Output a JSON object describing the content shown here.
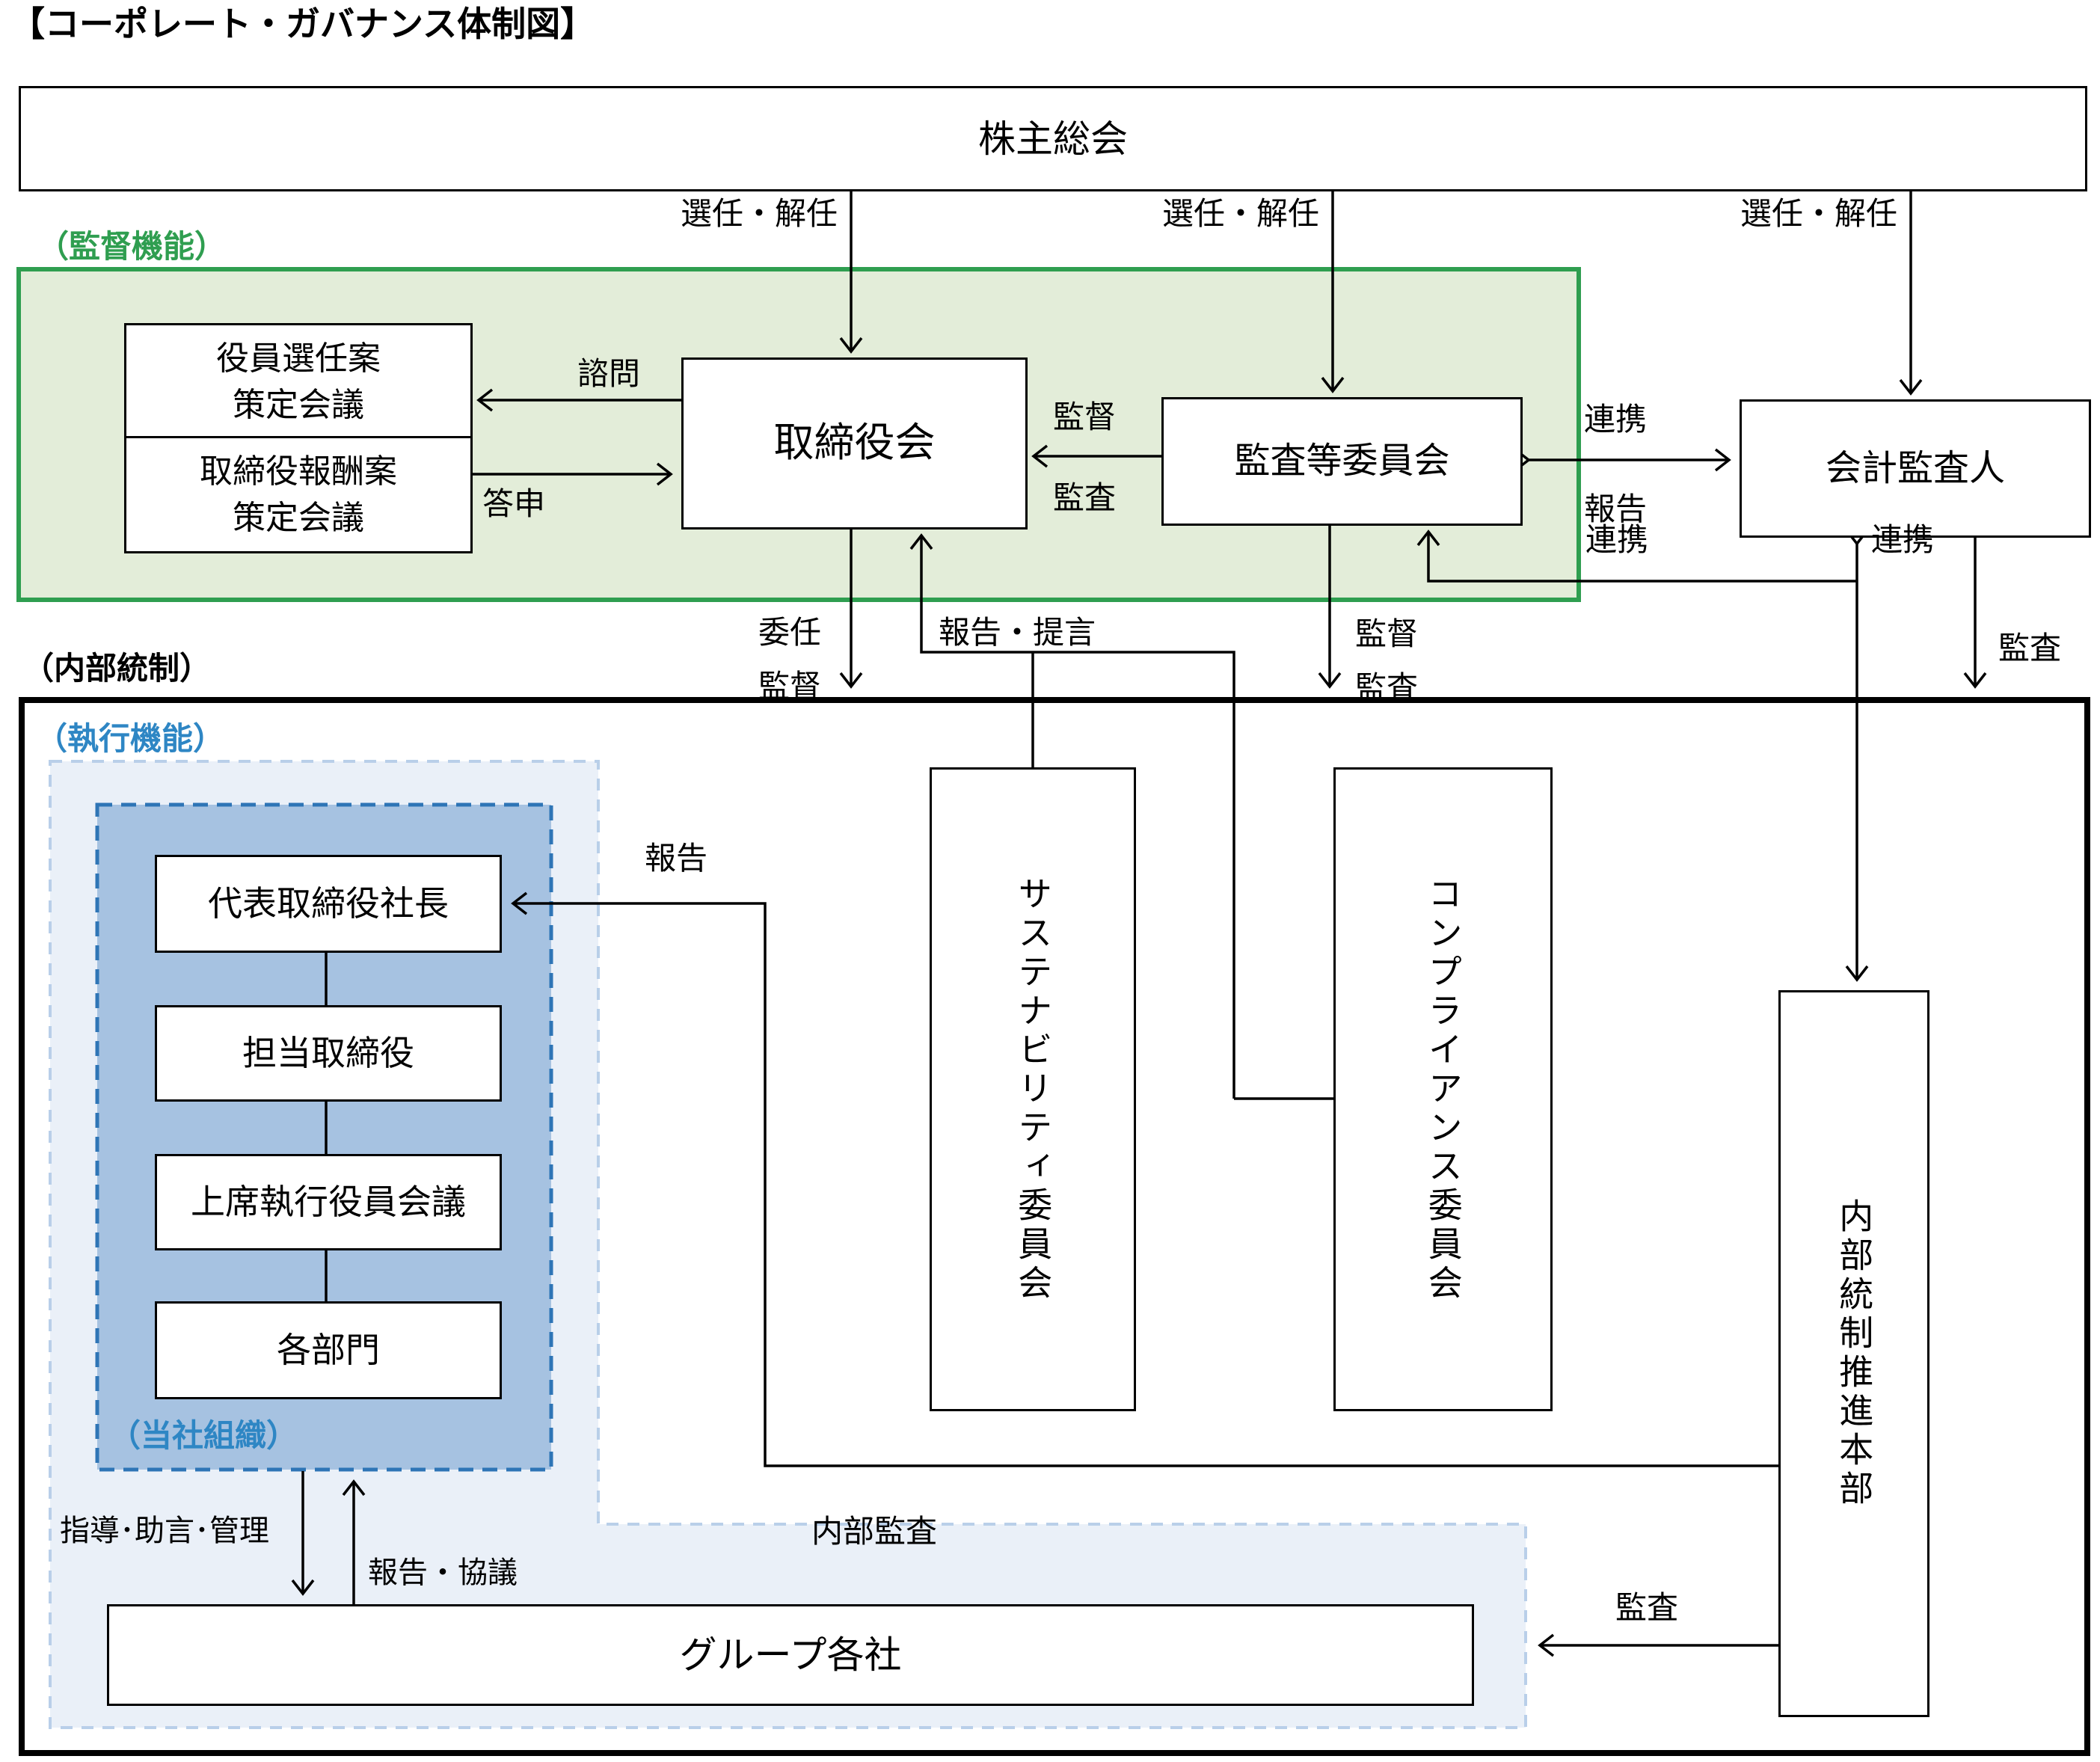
{
  "title": "【コーポレート・ガバナンス体制図】",
  "sections": {
    "supervision": "（監督機能）",
    "internal_control": "（内部統制）",
    "execution": "（執行機能）",
    "our_organization": "（当社組織）"
  },
  "nodes": {
    "shareholders_meeting": "株主総会",
    "officer_nomination_line1": "役員選任案",
    "officer_nomination_line2": "策定会議",
    "director_compensation_line1": "取締役報酬案",
    "director_compensation_line2": "策定会議",
    "board_of_directors": "取締役会",
    "audit_committee": "監査等委員会",
    "accounting_auditor": "会計監査人",
    "president": "代表取締役社長",
    "directors_in_charge": "担当取締役",
    "senior_executive_meeting": "上席執行役員会議",
    "departments": "各部門",
    "sustainability_committee": "サステナビリティ委員会",
    "compliance_committee": "コンプライアンス委員会",
    "internal_control_promotion_hq": "内部統制推進本部",
    "group_companies": "グループ各社"
  },
  "edge_labels": {
    "appoint_dismiss": "選任・解任",
    "advisory": "諮問",
    "report_back": "答申",
    "supervise": "監督",
    "audit": "監査",
    "cooperate": "連携",
    "report": "報告",
    "delegate": "委任",
    "report_proposal": "報告・提言",
    "guidance_advice_management": "指導･助言･管理",
    "report_consultation": "報告・協議",
    "internal_audit": "内部監査"
  },
  "colors": {
    "green_border": "#2F9E50",
    "green_fill": "#E3EDD9",
    "green_text": "#2F9E50",
    "blue_text": "#2E86C4",
    "dark_blue_fill": "#A6C2E1",
    "dark_blue_border": "#2E75B6",
    "light_blue_fill": "#EAF0F8",
    "light_blue_border": "#B9CFE9",
    "line": "#000000"
  }
}
